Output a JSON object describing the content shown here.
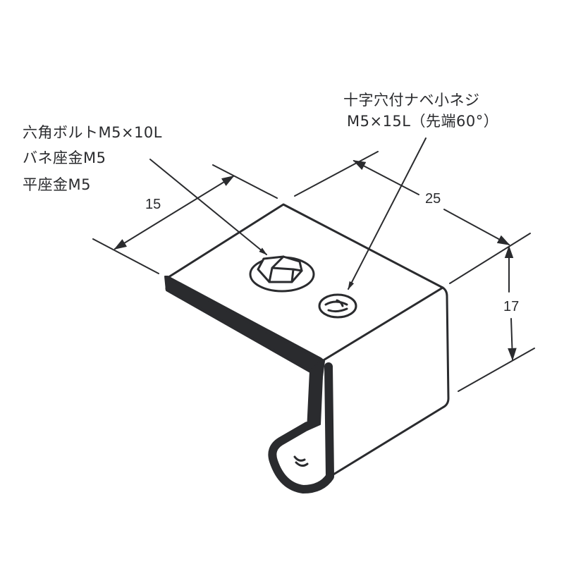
{
  "diagram": {
    "type": "isometric bracket drawing with dimensions",
    "colors": {
      "line": "#2a2b2e",
      "background": "#ffffff"
    },
    "callouts": {
      "left": {
        "lines": [
          "六角ボルトM5×10L",
          "バネ座金M5",
          "平座金M5"
        ]
      },
      "right": {
        "lines": [
          "十字穴付ナベ小ネジ",
          "M5×15L（先端60°）"
        ]
      }
    },
    "dimensions": {
      "width": "15",
      "depth": "25",
      "height": "17"
    },
    "parts": {
      "hex_bolt": "hex-bolt",
      "pan_screw": "pan-head-screw",
      "bracket": "l-bracket"
    }
  }
}
